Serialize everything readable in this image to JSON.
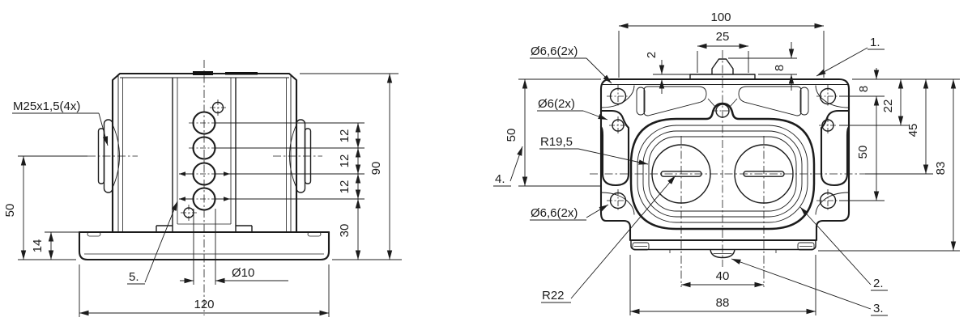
{
  "drawing": {
    "colors": {
      "ink": "#1c1c1c",
      "background": "#ffffff"
    },
    "front_view": {
      "callouts": {
        "thread": "M25x1,5(4x)",
        "item_5": "5.",
        "entry_bore": "Ø10"
      },
      "dims": {
        "axis_height": "50",
        "base_thickness": "14",
        "base_width": "120",
        "pitch_a": "12",
        "pitch_b": "12",
        "pitch_c": "12",
        "lowest_entry_height": "30",
        "overall_height": "90"
      }
    },
    "plan_view": {
      "callouts": {
        "corner_holes_top": "Ø6,6(2x)",
        "side_holes": "Ø6(2x)",
        "groove_radius": "R19,5",
        "corner_holes_bottom": "Ø6,6(2x)",
        "outer_radius": "R22",
        "item_1": "1.",
        "item_2": "2.",
        "item_3": "3.",
        "item_4": "4."
      },
      "dims": {
        "hole_pitch_x": "100",
        "tab_width": "25",
        "tab_plate_thickness": "2",
        "tab_height": "8",
        "edge_to_hole": "8",
        "edge_to_side_hole": "22",
        "edge_to_axis": "45",
        "hole_pitch_y": "50",
        "channel_depth": "50",
        "overall_depth": "83",
        "bore_pitch": "40",
        "body_width": "88"
      }
    }
  }
}
